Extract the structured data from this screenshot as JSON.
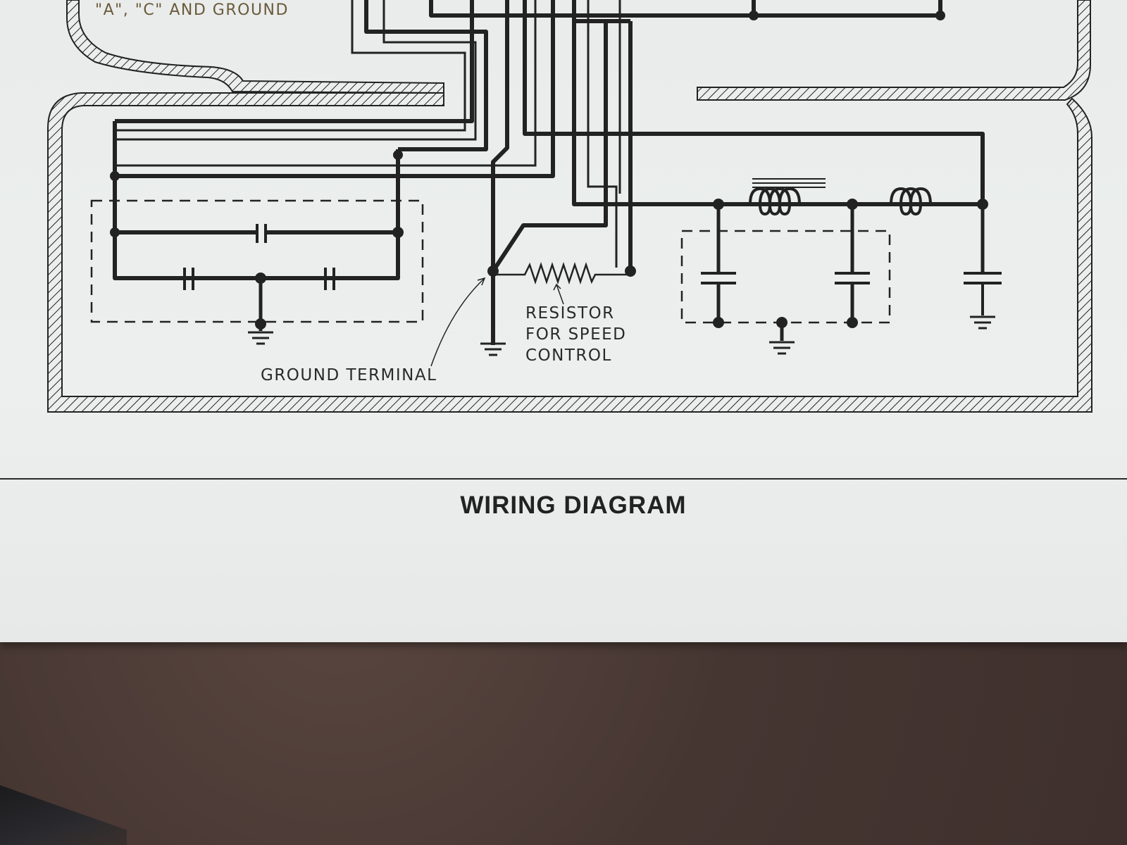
{
  "labels": {
    "top_fragment": "\"A\", \"C\" AND GROUND",
    "ground_terminal": "GROUND TERMINAL",
    "resistor_line1": "RESISTOR",
    "resistor_line2": "FOR SPEED",
    "resistor_line3": "CONTROL"
  },
  "title": "WIRING DIAGRAM",
  "colors": {
    "paper": "#eceeed",
    "ink": "#222222",
    "table": "#4a3a36"
  }
}
